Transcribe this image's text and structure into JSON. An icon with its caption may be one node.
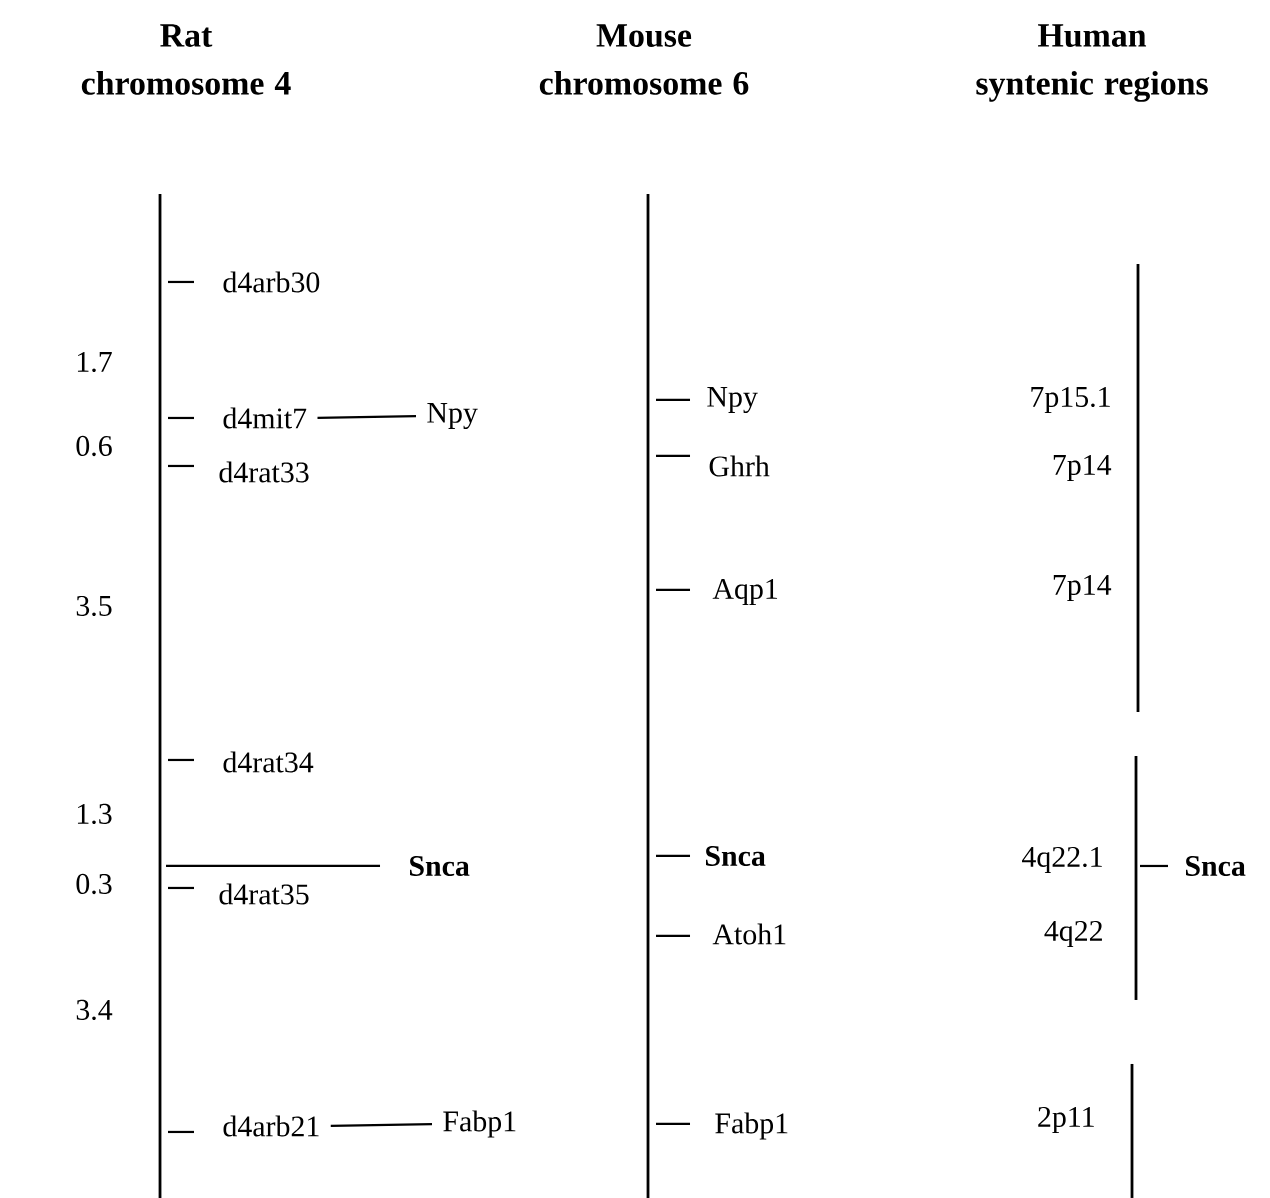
{
  "diagram": {
    "nodes": [
      {
        "text": [
          "d4mit7"
        ]
      },
      {
        "text": [
          "Npy"
        ]
      },
      {
        "text": [
          "d4arb21"
        ]
      },
      {
        "text": [
          "Fabp1"
        ]
      }
    ],
    "edges": [
      {
        "from": 0,
        "to": 1,
        "arrow": "none"
      },
      {
        "from": 2,
        "to": 3,
        "arrow": "none"
      }
    ],
    "labels": [
      "Rat chromosome 4",
      "Mouse chromosome 6",
      "Human syntenic regions",
      "d4arb30",
      "1.7",
      "0.6",
      "d4rat33",
      "3.5",
      "d4rat34",
      "1.3",
      "Snca",
      "0.3",
      "d4rat35",
      "3.4",
      "Npy",
      "7p15.1",
      "Ghrh",
      "7p14",
      "Aqp1",
      "7p14",
      "Snca",
      "4q22.1",
      "Snca",
      "Atoh1",
      "4q22",
      "Fabp1",
      "2p11"
    ]
  }
}
